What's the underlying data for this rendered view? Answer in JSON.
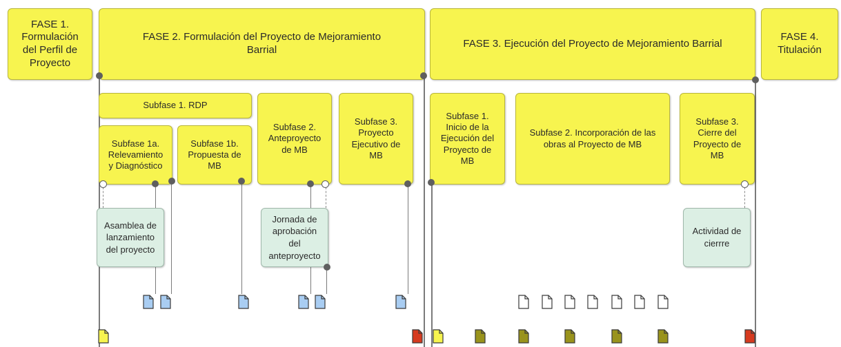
{
  "phases": {
    "f1": "FASE 1.\nFormulación\ndel Perfil de\nProyecto",
    "f2": "FASE 2. Formulación del Proyecto de Mejoramiento\nBarrial",
    "f3": "FASE 3. Ejecución del Proyecto de Mejoramiento Barrial",
    "f4": "FASE 4.\nTitulación"
  },
  "subphases": {
    "rdp": "Subfase 1. RDP",
    "s1a": "Subfase 1a.\nRelevamiento\ny Diagnóstico",
    "s1b": "Subfase 1b.\nPropuesta de\nMB",
    "s2": "Subfase 2.\nAnteproyecto\nde MB",
    "s3": "Subfase 3.\nProyecto\nEjecutivo de\nMB",
    "e1": "Subfase 1.\nInicio de la\nEjecución del\nProyecto de\nMB",
    "e2": "Subfase 2. Incorporación de las\nobras al Proyecto de MB",
    "e3": "Subfase 3.\nCierre del\nProyecto de\nMB"
  },
  "activities": {
    "asamblea": "Asamblea de\nlanzamiento\ndel proyecto",
    "jornada": "Jornada de\naprobación\ndel\nanteproyecto",
    "cierre": "Actividad de\ncierrre"
  },
  "colors": {
    "phase_fill": "#f7f44f",
    "activity_fill": "#dcefe4",
    "doc_blue": "#a9cdf2",
    "doc_white": "#ffffff",
    "doc_yellow": "#f7f44f",
    "doc_red": "#d63a1f",
    "doc_olive": "#99931c"
  },
  "icons": [
    "document-icon",
    "connector-dot-icon",
    "open-connector-icon"
  ]
}
